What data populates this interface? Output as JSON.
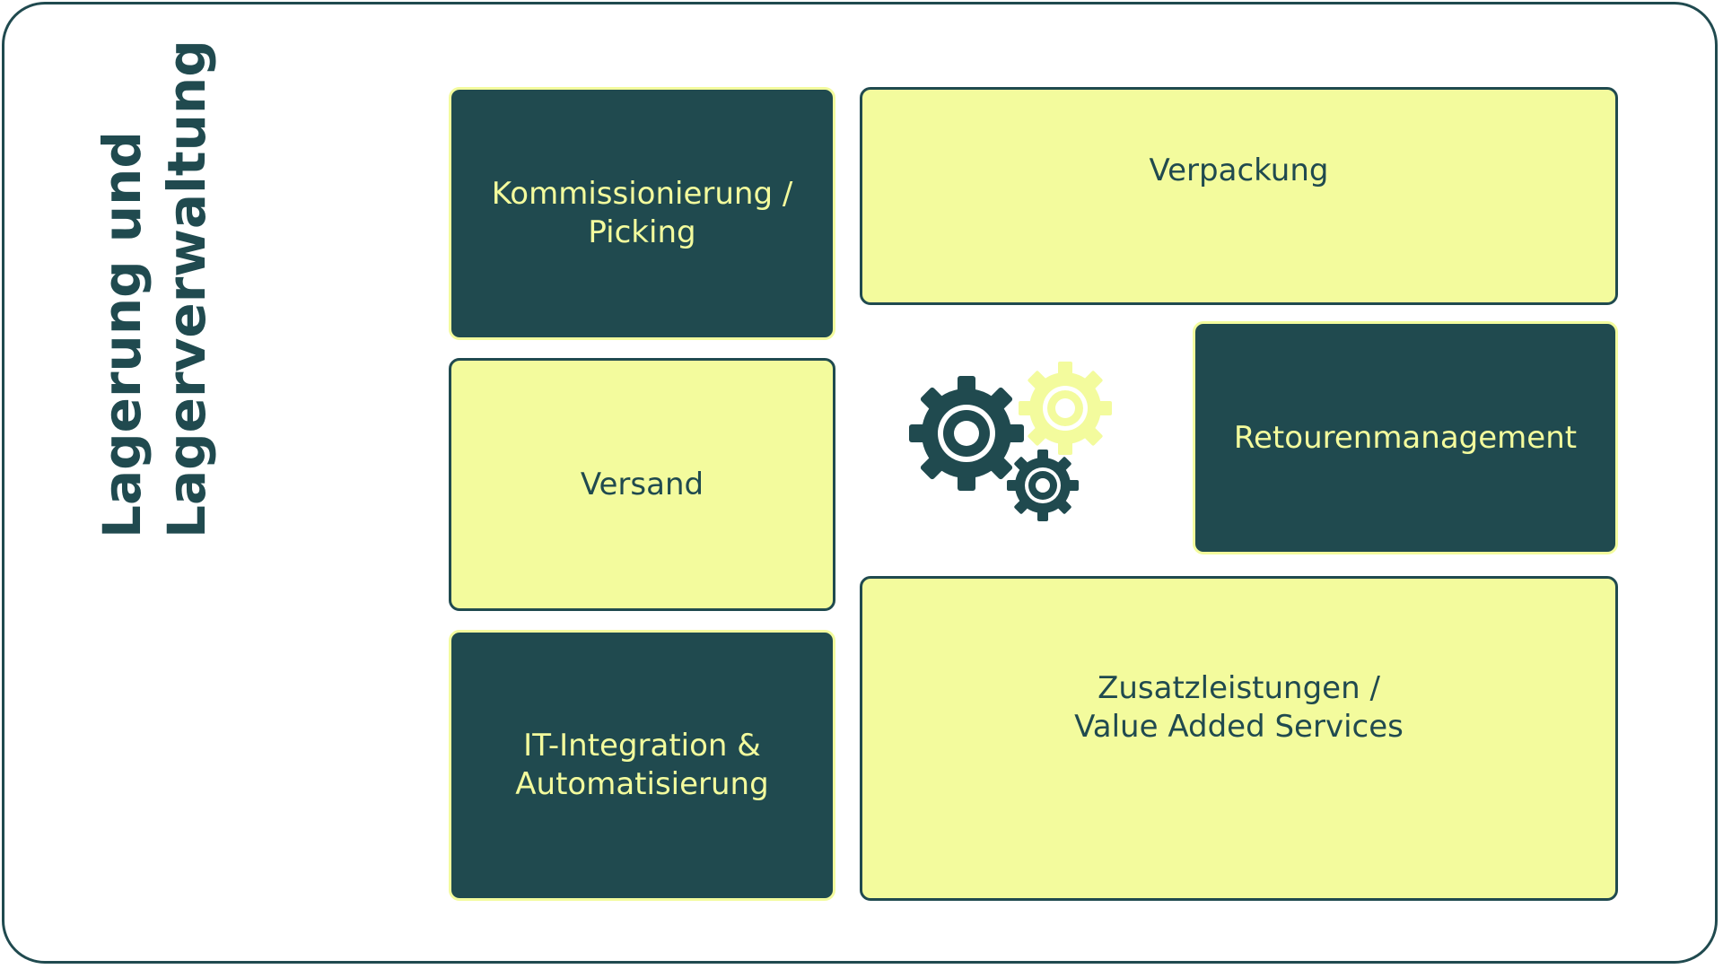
{
  "title": {
    "line1": "Lagerung und",
    "line2": "Lagerverwaltung"
  },
  "boxes": {
    "picking": "Kommissionierung /\nPicking",
    "verpackung": "Verpackung",
    "versand": "Versand",
    "retouren": "Retourenmanagement",
    "it": "IT-Integration &\nAutomatisierung",
    "vas": "Zusatzleistungen /\nValue Added Services"
  },
  "icons": {
    "center": "gears-icon"
  },
  "colors": {
    "dark": "#204a4f",
    "light": "#f3fb9d",
    "background": "#ffffff"
  }
}
